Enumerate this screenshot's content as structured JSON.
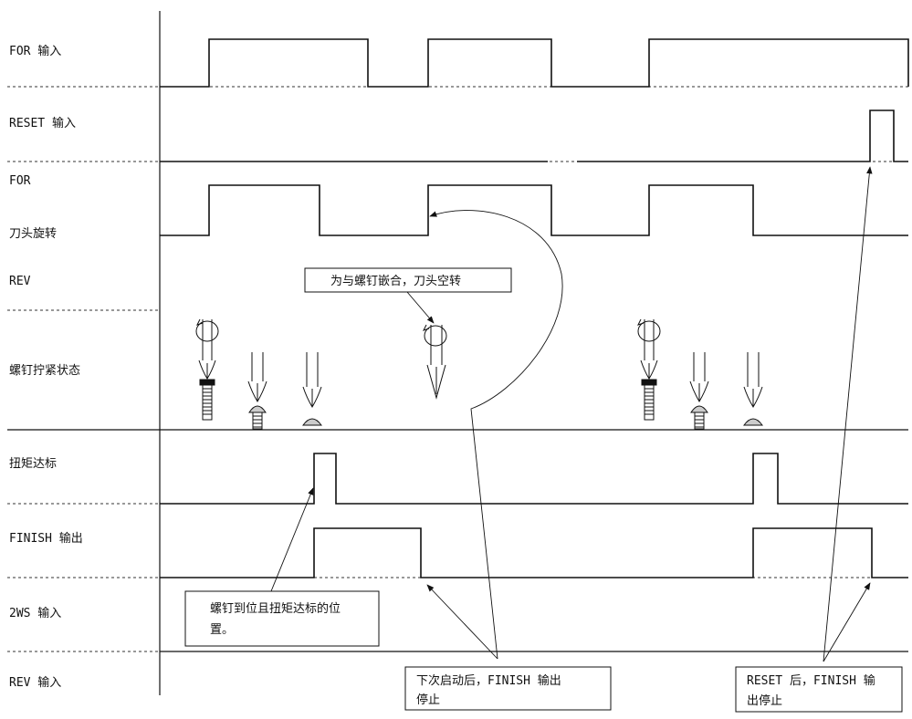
{
  "rows": [
    {
      "id": "for-input",
      "label": "FOR 输入"
    },
    {
      "id": "reset-input",
      "label": "RESET 输入"
    },
    {
      "id": "for",
      "label": "FOR"
    },
    {
      "id": "bit-rotation",
      "label": "刀头旋转"
    },
    {
      "id": "rev",
      "label": "REV"
    },
    {
      "id": "screw-state",
      "label": "螺钉拧紧状态"
    },
    {
      "id": "torque-reached",
      "label": "扭矩达标"
    },
    {
      "id": "finish-output",
      "label": "FINISH 输出"
    },
    {
      "id": "2ws-input",
      "label": "2WS 输入"
    },
    {
      "id": "rev-input",
      "label": "REV 输入"
    }
  ],
  "notes": {
    "idle_spin": [
      "为与螺钉嵌合，刀头空转"
    ],
    "seated": [
      "螺钉到位且扭矩达标的位",
      "置。"
    ],
    "next_start": [
      "下次启动后，FINISH 输出",
      "停止"
    ],
    "reset_stop": [
      "RESET 后，FINISH 输",
      "出停止"
    ]
  }
}
